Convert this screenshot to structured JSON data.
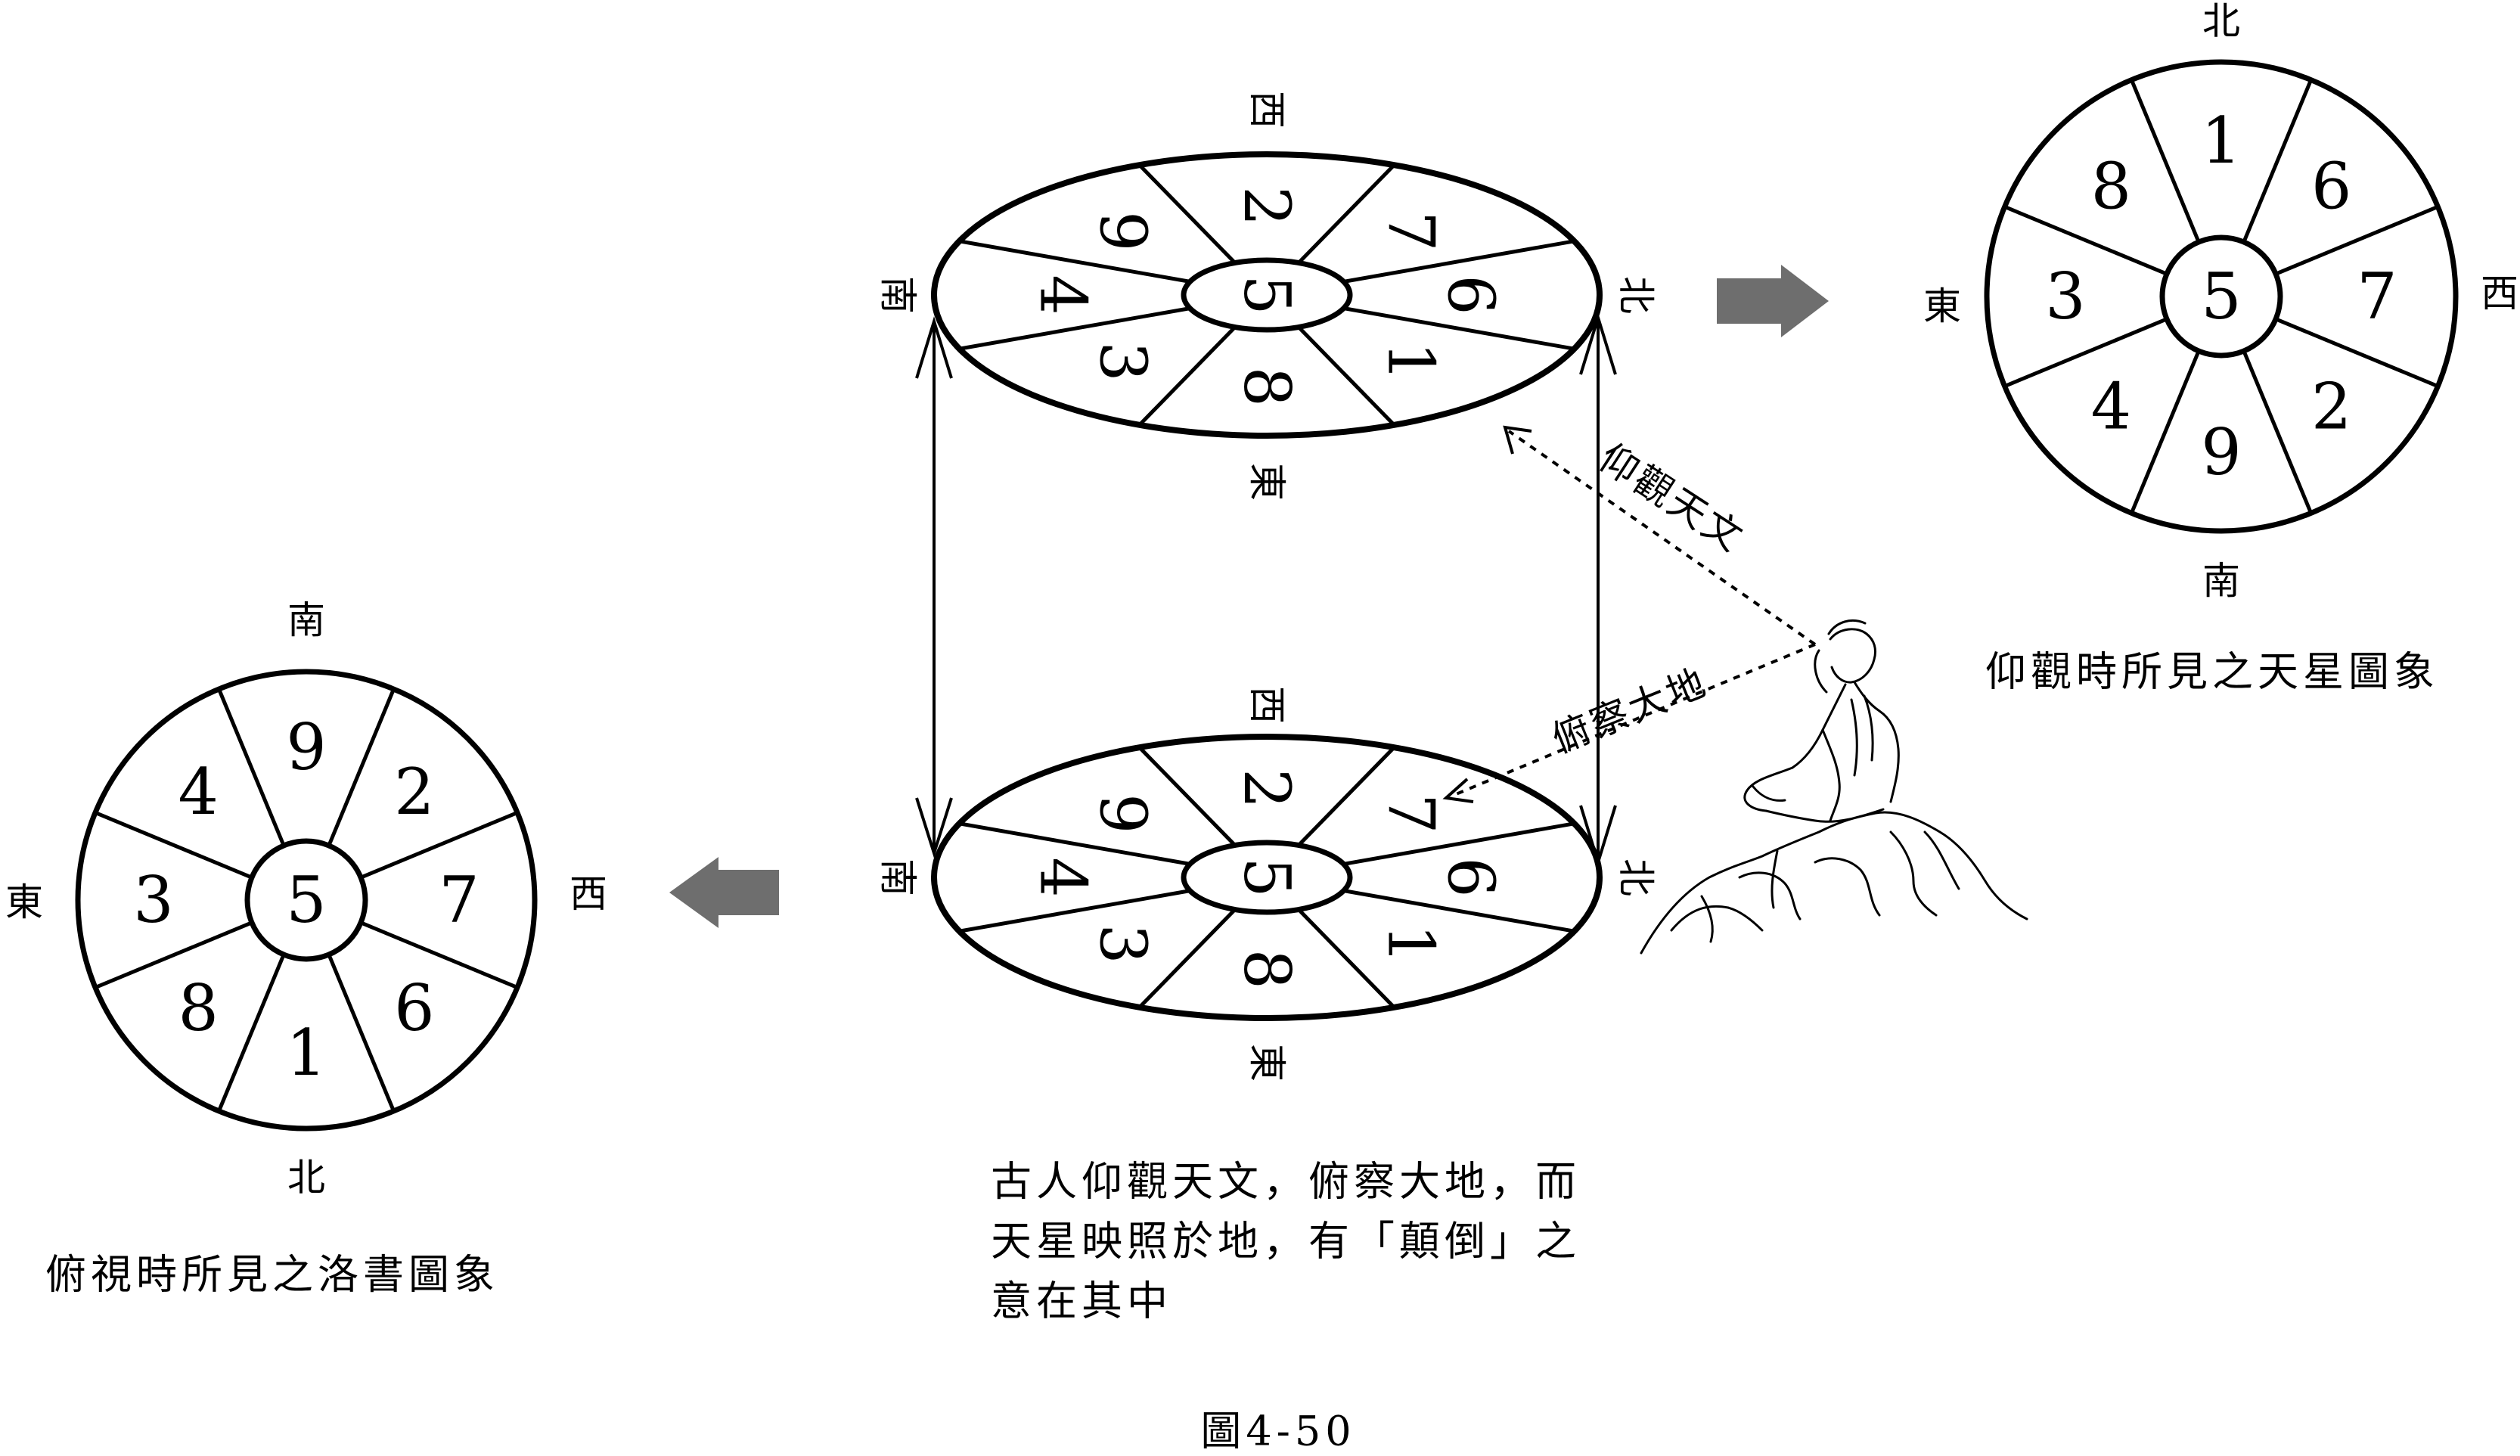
{
  "figure_label": "圖4-50",
  "left_diagram": {
    "caption": "俯視時所見之洛書圖象",
    "directions": {
      "top": "南",
      "bottom": "北",
      "left": "東",
      "right": "西"
    },
    "center": "5",
    "sectors": [
      "9",
      "2",
      "7",
      "6",
      "1",
      "8",
      "3",
      "4"
    ]
  },
  "right_diagram": {
    "caption": "仰觀時所見之天星圖象",
    "directions": {
      "top": "北",
      "bottom": "南",
      "left": "東",
      "right": "西"
    },
    "center": "5",
    "sectors": [
      "1",
      "6",
      "7",
      "2",
      "9",
      "4",
      "3",
      "8"
    ]
  },
  "top_ellipse": {
    "directions": {
      "top": "西",
      "bottom": "東",
      "left": "南",
      "right": "北"
    },
    "center": "5",
    "sectors": [
      "7",
      "6",
      "1",
      "8",
      "3",
      "4",
      "9",
      "2"
    ]
  },
  "bottom_ellipse": {
    "directions": {
      "top": "西",
      "bottom": "東",
      "left": "南",
      "right": "北"
    },
    "center": "5",
    "sectors": [
      "7",
      "6",
      "1",
      "8",
      "3",
      "4",
      "9",
      "2"
    ]
  },
  "annotations": {
    "look_up": "仰觀天文",
    "look_down": "俯察大地"
  },
  "middle_caption": [
    "古人仰觀天文，俯察大地，而",
    "天星映照於地，有「顛倒」之",
    "意在其中"
  ],
  "colors": {
    "ink": "#000000",
    "arrow_fill": "#6e6e6e"
  }
}
